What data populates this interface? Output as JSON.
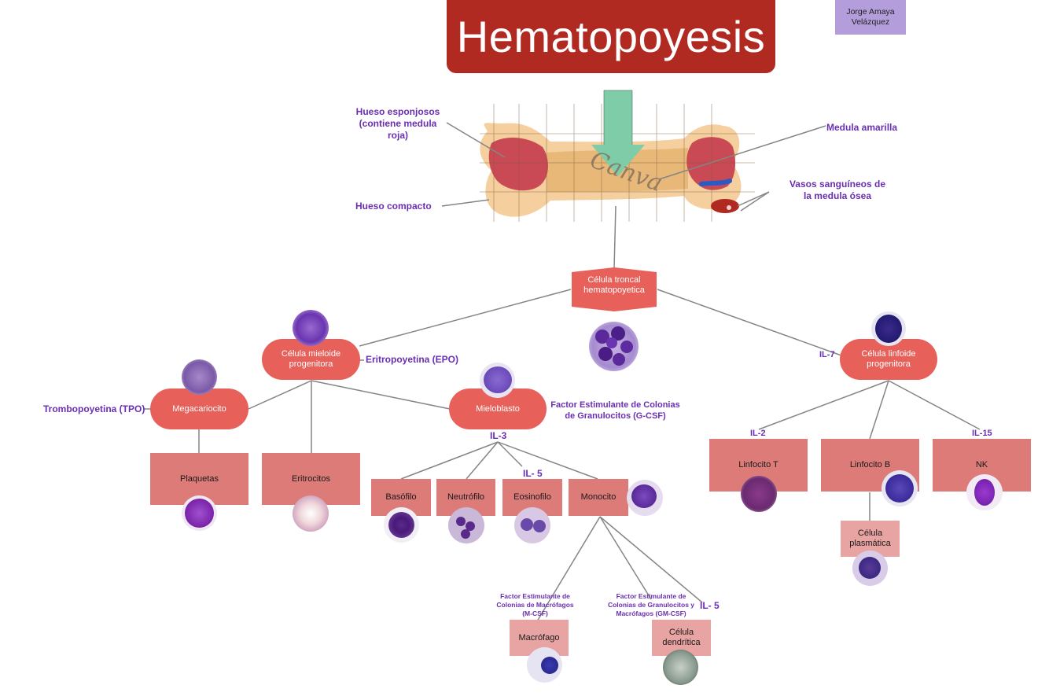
{
  "title": "Hematopoyesis",
  "author": {
    "line1": "Jorge Amaya",
    "line2": "Velázquez"
  },
  "bone_labels": {
    "spongy": "Hueso esponjosos (contiene medula roja)",
    "compact": "Hueso compacto",
    "yellow_marrow": "Medula amarilla",
    "vessels": "Vasos sanguíneos de la medula ósea",
    "watermark": "Canva"
  },
  "nodes": {
    "stem_cell": "Célula troncal hematopoyetica",
    "myeloid": "Célula mieloide progenitora",
    "lymphoid": "Célula linfoide progenitora",
    "megakaryocyte": "Megacariocito",
    "myeloblast": "Mieloblasto",
    "platelets": "Plaquetas",
    "erythrocytes": "Eritrocitos",
    "basophil": "Basófilo",
    "neutrophil": "Neutrófilo",
    "eosinophil": "Eosinofilo",
    "monocyte": "Monocito",
    "t_cell": "Linfocito T",
    "b_cell": "Linfocito B",
    "nk": "NK",
    "plasma_cell": "Célula plasmática",
    "macrophage": "Macrófago",
    "dendritic": "Célula dendrítica"
  },
  "factors": {
    "epo": "Eritropoyetina (EPO)",
    "tpo": "Trombopoyetina (TPO)",
    "gcsf": "Factor Estimulante de Colonias de Granulocitos (G-CSF)",
    "il3": "IL-3",
    "il5": "IL- 5",
    "il7": "IL-7",
    "il2": "IL-2",
    "il15": "IL-15",
    "mcsf": "Factor Estimulante de Colonias de Macrófagos (M-CSF)",
    "gmcsf": "Factor Estimulante de Colonias de Granulocitos y Macrófagos (GM-CSF)",
    "il5_b": "IL- 5"
  },
  "colors": {
    "title_bg": "#b02a22",
    "node_pill": "#e8605a",
    "node_rect": "#dc7b78",
    "node_rect_light": "#e8a4a2",
    "label_purple": "#6a2fb0",
    "connector": "#808080"
  }
}
